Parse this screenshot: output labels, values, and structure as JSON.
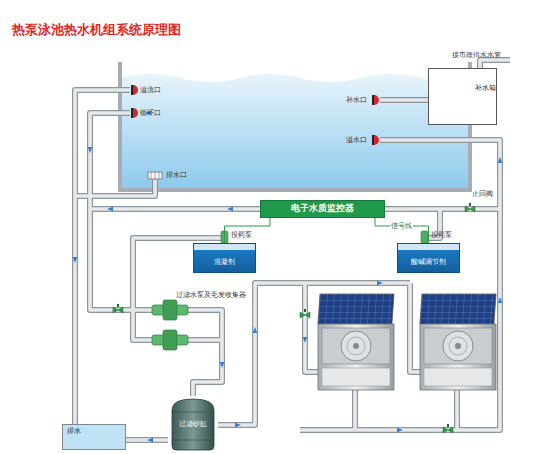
{
  "diagram": {
    "title": "热泵泳池热水机组系统原理图",
    "nodes": [
      {
        "text": [
          "补水箱"
        ]
      },
      {
        "text": [
          "电子水质监控器"
        ]
      },
      {
        "text": [
          "混凝剂"
        ]
      },
      {
        "text": [
          "酸碱调节剂"
        ]
      },
      {
        "text": [
          "过滤砂缸"
        ]
      },
      {
        "text": [
          "排水"
        ]
      }
    ],
    "edges": [
      {
        "from": 1,
        "to": 2,
        "arrow": "none"
      },
      {
        "from": 1,
        "to": 3,
        "label": "信号线",
        "arrow": "none"
      }
    ],
    "labels": [
      "溢流口",
      "循环口",
      "排水口",
      "补水口",
      "溢水口",
      "接市政供水水管",
      "止回阀",
      "投药泵",
      "投药泵",
      "过滤水泵及毛发收集器"
    ]
  }
}
